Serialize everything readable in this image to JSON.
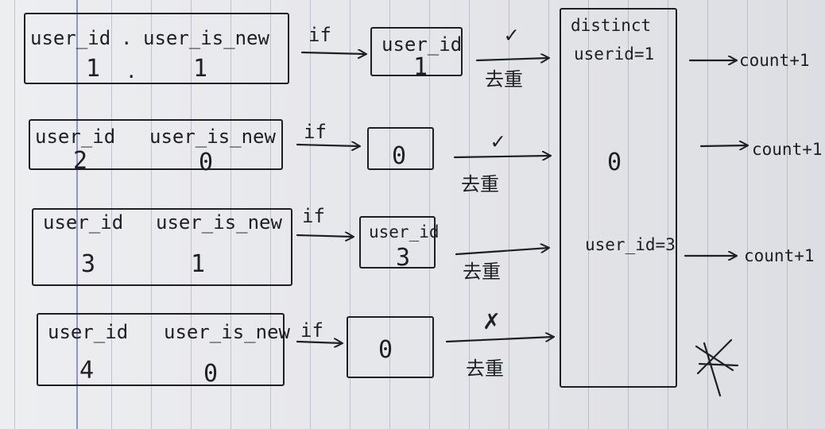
{
  "rows": [
    {
      "left_box": {
        "col1_label": "user_id",
        "sep": ".",
        "col2_label": "user_is_new",
        "col1_value": "1",
        "sep_value": ".",
        "col2_value": "1"
      },
      "if_label": "if",
      "mid_box": {
        "label": "user_id",
        "value": "1"
      },
      "mark": "✓",
      "dedup_label": "去重",
      "out_label": "count+1"
    },
    {
      "left_box": {
        "col1_label": "user_id",
        "col2_label": "user_is_new",
        "col1_value": "2",
        "col2_value": "0"
      },
      "if_label": "if",
      "mid_box": {
        "value": "0"
      },
      "mark": "✓",
      "dedup_label": "去重",
      "out_label": "count+1"
    },
    {
      "left_box": {
        "col1_label": "user_id",
        "col2_label": "user_is_new",
        "col1_value": "3",
        "col2_value": "1"
      },
      "if_label": "if",
      "mid_box": {
        "label": "user_id",
        "value": "3"
      },
      "dedup_label": "去重",
      "out_label": "count+1"
    },
    {
      "left_box": {
        "col1_label": "user_id",
        "col2_label": "user_is_new",
        "col1_value": "4",
        "col2_value": "0"
      },
      "if_label": "if",
      "mid_box": {
        "value": "0"
      },
      "mark": "✗",
      "dedup_label": "去重"
    }
  ],
  "distinct_box": {
    "title": "distinct",
    "entries": [
      "userid=1",
      "0",
      "user_id=3"
    ]
  },
  "colors": {
    "ink": "#1e1f24",
    "paper": "#e4e5e9",
    "ruling": "#9ea1ad",
    "margin": "#6f79b8"
  }
}
